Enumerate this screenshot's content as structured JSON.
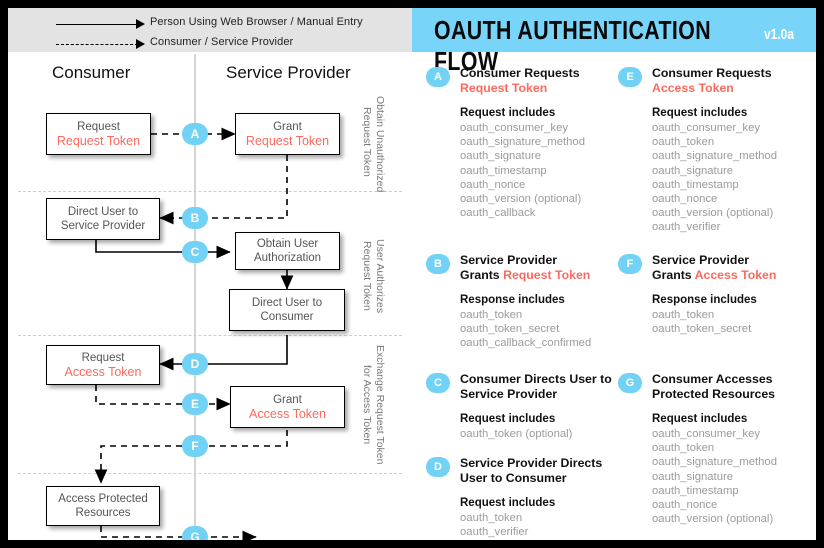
{
  "legend": {
    "rows": [
      {
        "style": "solid",
        "label": "Person Using Web Browser / Manual Entry"
      },
      {
        "style": "dashed",
        "label": "Consumer / Service Provider"
      }
    ]
  },
  "banner": {
    "title": "OAUTH AUTHENTICATION FLOW",
    "version": "v1.0a",
    "color": "#79d4fa"
  },
  "diagram": {
    "columns": [
      {
        "label": "Consumer"
      },
      {
        "label": "Service Provider"
      }
    ],
    "phases": [
      {
        "label": "Obtain Unauthorized\nRequest Token"
      },
      {
        "label": "User Authorizes\nRequest Token"
      },
      {
        "label": "Exchange Request Token\nfor Access Token"
      }
    ],
    "nodes": [
      {
        "id": "n1",
        "line1": "Request",
        "line2": "Request Token"
      },
      {
        "id": "n2",
        "line1": "Grant",
        "line2": "Request Token"
      },
      {
        "id": "n3",
        "line1": "Direct User to",
        "line2": "Service Provider"
      },
      {
        "id": "n4",
        "line1": "Obtain User",
        "line2": "Authorization"
      },
      {
        "id": "n5",
        "line1": "Direct User to",
        "line2": "Consumer"
      },
      {
        "id": "n6",
        "line1": "Request",
        "line2": "Access Token"
      },
      {
        "id": "n7",
        "line1": "Grant",
        "line2": "Access Token"
      },
      {
        "id": "n8",
        "line1": "Access Protected",
        "line2": "Resources"
      }
    ],
    "badges": [
      "A",
      "B",
      "C",
      "D",
      "E",
      "F",
      "G"
    ],
    "accent": "#72d2f5",
    "token_color": "#fc6a5d"
  },
  "sections": [
    {
      "key": "A",
      "badge": "A",
      "title_black": "Consumer Requests",
      "title_red": "Request Token",
      "subhead": "Request includes",
      "params": [
        "oauth_consumer_key",
        "oauth_signature_method",
        "oauth_signature",
        "oauth_timestamp",
        "oauth_nonce",
        "oauth_version (optional)",
        "oauth_callback"
      ]
    },
    {
      "key": "E",
      "badge": "E",
      "title_black": "Consumer Requests",
      "title_red": "Access Token",
      "subhead": "Request includes",
      "params": [
        "oauth_consumer_key",
        "oauth_token",
        "oauth_signature_method",
        "oauth_signature",
        "oauth_timestamp",
        "oauth_nonce",
        "oauth_version (optional)",
        "oauth_verifier"
      ]
    },
    {
      "key": "B",
      "badge": "B",
      "title_black": "Service Provider\nGrants",
      "title_red": "Request Token",
      "subhead": "Response includes",
      "params": [
        "oauth_token",
        "oauth_token_secret",
        "oauth_callback_confirmed"
      ]
    },
    {
      "key": "F",
      "badge": "F",
      "title_black": "Service Provider\nGrants",
      "title_red": "Access Token",
      "subhead": "Response includes",
      "params": [
        "oauth_token",
        "oauth_token_secret"
      ]
    },
    {
      "key": "C",
      "badge": "C",
      "title_black": "Consumer Directs User to\nService Provider",
      "title_red": "",
      "subhead": "Request includes",
      "params": [
        "oauth_token (optional)"
      ]
    },
    {
      "key": "G",
      "badge": "G",
      "title_black": "Consumer Accesses\nProtected Resources",
      "title_red": "",
      "subhead": "Request includes",
      "params": [
        "oauth_consumer_key",
        "oauth_token",
        "oauth_signature_method",
        "oauth_signature",
        "oauth_timestamp",
        "oauth_nonce",
        "oauth_version (optional)"
      ]
    },
    {
      "key": "D",
      "badge": "D",
      "title_black": "Service Provider Directs\nUser to Consumer",
      "title_red": "",
      "subhead": "Request includes",
      "params": [
        "oauth_token",
        "oauth_verifier"
      ]
    }
  ]
}
